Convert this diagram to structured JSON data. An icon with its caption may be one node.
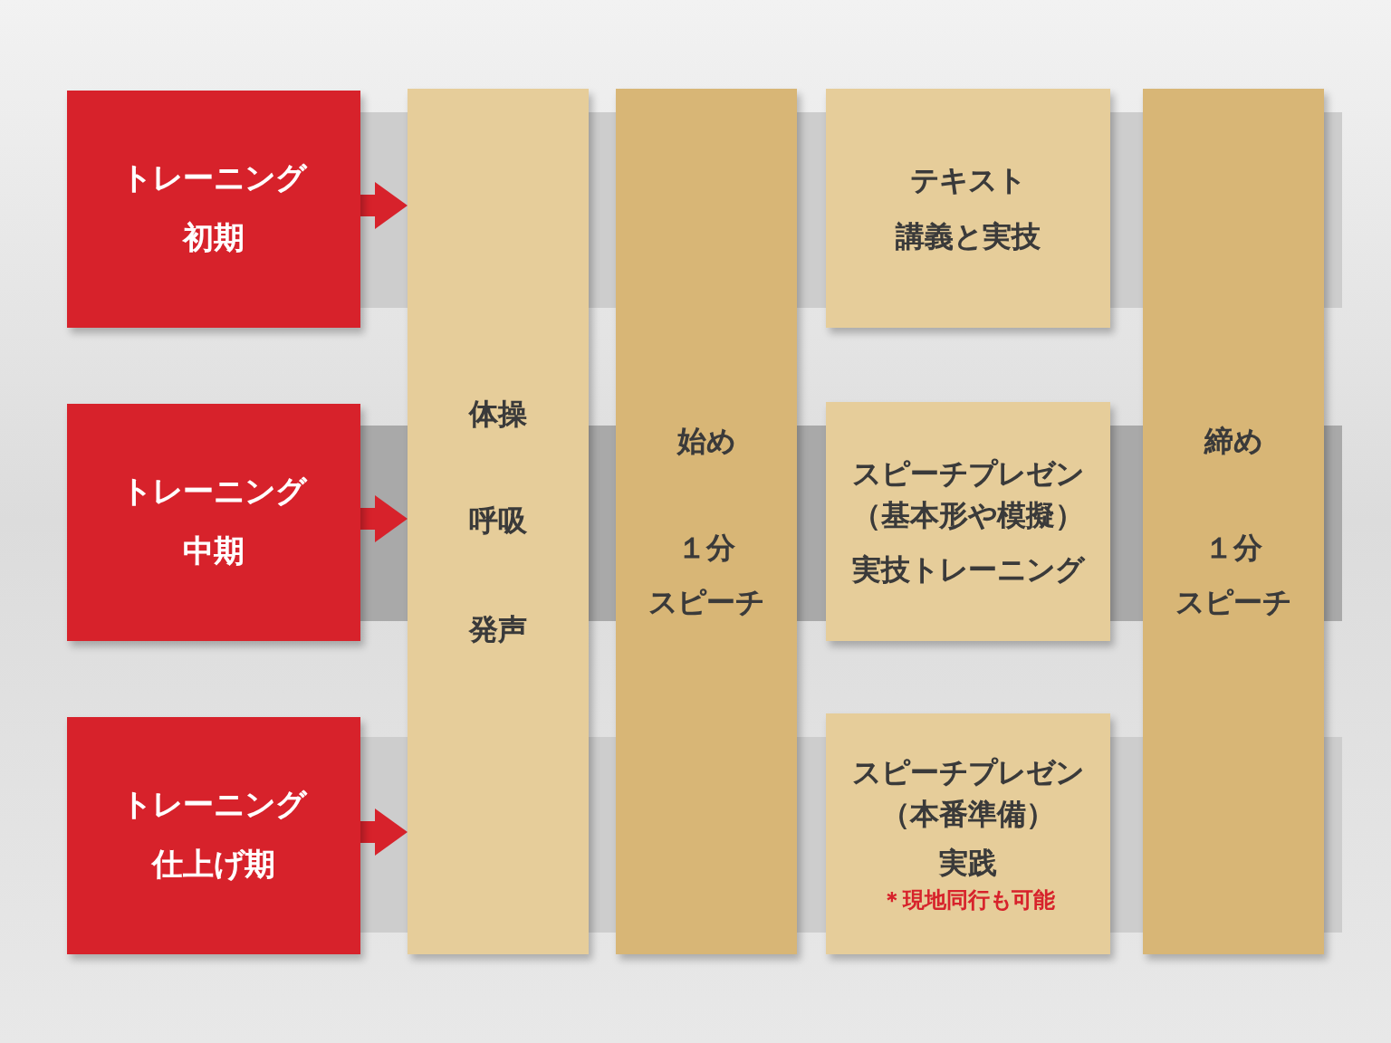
{
  "diagram": {
    "nodes": [
      {
        "text": [
          "トレーニング",
          "初期"
        ]
      },
      {
        "text": [
          "トレーニング",
          "中期"
        ]
      },
      {
        "text": [
          "トレーニング",
          "仕上げ期"
        ]
      },
      {
        "text": [
          "体操",
          "呼吸",
          "発声"
        ]
      },
      {
        "text": [
          "始め",
          "１分",
          "スピーチ"
        ]
      },
      {
        "text": [
          "テキスト",
          "講義と実技"
        ]
      },
      {
        "text": [
          "スピーチプレゼン（基本形や模擬）",
          "実技トレーニング"
        ]
      },
      {
        "text": [
          "スピーチプレゼン（本番準備）",
          "実践",
          "＊現地同行も可能"
        ]
      },
      {
        "text": [
          "締め",
          "１分",
          "スピーチ"
        ]
      }
    ],
    "edges": [
      {
        "from": 0,
        "to": 3,
        "arrow": "to"
      },
      {
        "from": 1,
        "to": 3,
        "arrow": "to"
      },
      {
        "from": 2,
        "to": 3,
        "arrow": "to"
      }
    ]
  }
}
